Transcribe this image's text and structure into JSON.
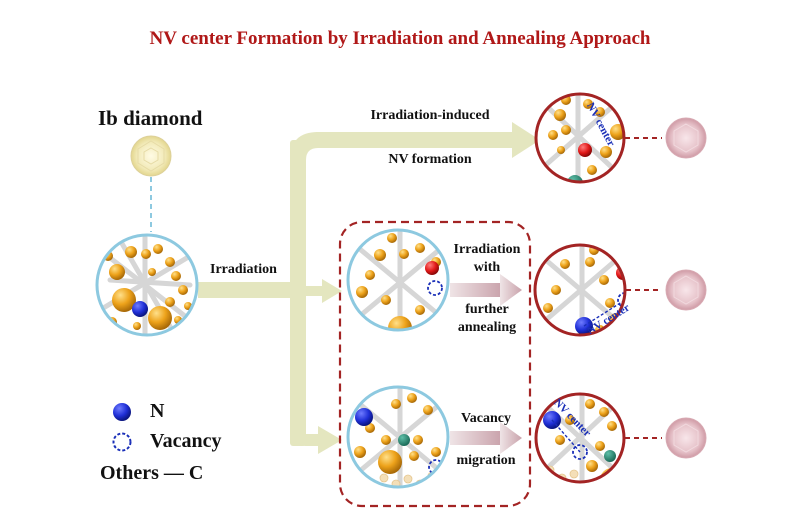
{
  "title": "NV center Formation by Irradiation and Annealing Approach",
  "start_label": "Ib diamond",
  "irradiation_label": "Irradiation",
  "paths": {
    "top": {
      "line1": "Irradiation-induced",
      "line2": "NV formation",
      "result_label": "NV center"
    },
    "middle": {
      "line1": "Irradiation",
      "line2": "with",
      "line3": "further",
      "line4": "annealing",
      "result_label": "NV center"
    },
    "bottom": {
      "line1": "Vacancy",
      "line2": "migration",
      "result_label": "NV center"
    }
  },
  "legend": {
    "n_label": "N",
    "vacancy_label": "Vacancy",
    "others_label": "Others — C"
  },
  "colors": {
    "title": "#b01818",
    "arrow": "#e4e6bf",
    "purple_arrow": "#d7b7bf",
    "crystal_border": "#8dc9e0",
    "result_border": "#a32424",
    "carbon": "#eda21a",
    "nitrogen": "#1f2fd6",
    "vacancy": "#1a2fb8",
    "impurity": "#e01818",
    "ib_gem": "#f2eab8",
    "nv_gem": "#e6c2c9"
  }
}
